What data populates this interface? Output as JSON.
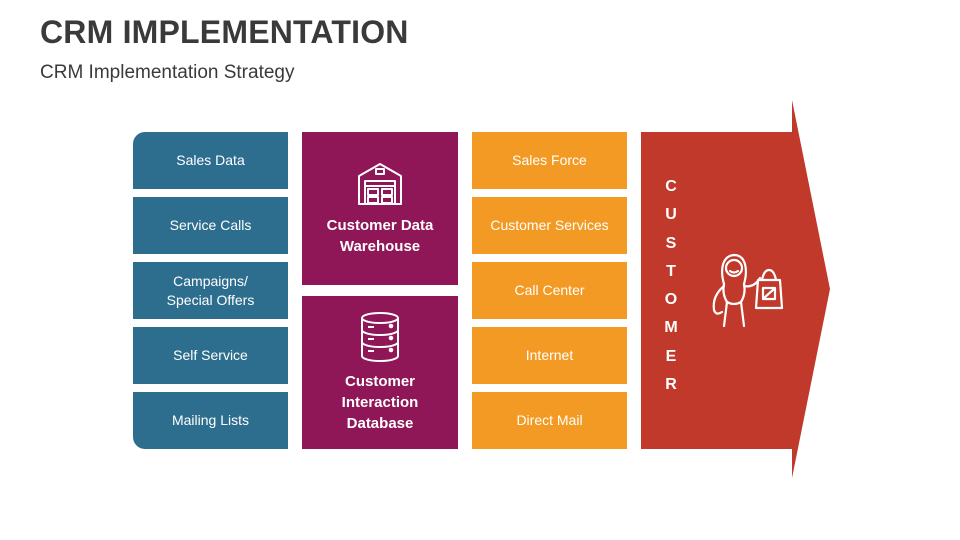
{
  "header": {
    "title": "CRM IMPLEMENTATION",
    "subtitle": "CRM Implementation Strategy"
  },
  "sources": [
    {
      "label": "Sales Data"
    },
    {
      "label": "Service Calls"
    },
    {
      "label": "Campaigns/\nSpecial Offers"
    },
    {
      "label": "Self Service"
    },
    {
      "label": "Mailing Lists"
    }
  ],
  "data_stores": [
    {
      "label": "Customer Data\nWarehouse",
      "icon": "warehouse-icon"
    },
    {
      "label": "Customer\nInteraction\nDatabase",
      "icon": "database-icon"
    }
  ],
  "channels": [
    {
      "label": "Sales Force"
    },
    {
      "label": "Customer Services"
    },
    {
      "label": "Call Center"
    },
    {
      "label": "Internet"
    },
    {
      "label": "Direct Mail"
    }
  ],
  "customer": {
    "letters": [
      "C",
      "U",
      "S",
      "T",
      "O",
      "M",
      "E",
      "R"
    ],
    "icon": "shopper-icon"
  },
  "colors": {
    "sources": "#2d6e8e",
    "data_stores": "#8f1657",
    "channels": "#f39a24",
    "customer_arrow": "#c0392b"
  }
}
